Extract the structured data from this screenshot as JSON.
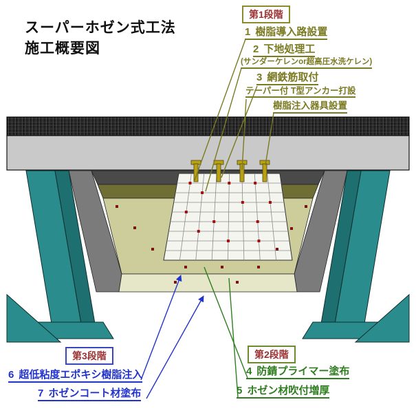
{
  "title": {
    "line1": "スーパーホゼン式工法",
    "line2": "施工概要図"
  },
  "stage1": {
    "label": "第1段階",
    "item1": {
      "num": "1",
      "text": "樹脂導入路設置"
    },
    "item2": {
      "num": "2",
      "text": "下地処理工"
    },
    "item2_sub": "(サンダーケレンor超高圧水洗ケレン)",
    "item3": {
      "num": "3",
      "text": "網鉄筋取付"
    },
    "item3_sub": "テーパー付 T型アンカー打設",
    "item_extra": "樹脂注入器具設置"
  },
  "stage2": {
    "label": "第2段階",
    "item4": {
      "num": "4",
      "text": "防錆プライマー塗布"
    },
    "item5": {
      "num": "5",
      "text": "ホゼン材吹付増厚"
    }
  },
  "stage3": {
    "label": "第3段階",
    "item6": {
      "num": "6",
      "text": "超低粘度エポキシ樹脂注入"
    },
    "item7": {
      "num": "7",
      "text": "ホゼンコート材塗布"
    }
  },
  "colors": {
    "stage1_text": "#7a7a22",
    "stage2_text": "#2e7d1f",
    "stage3_text": "#2233cc",
    "stage_label_text": "#9c3232",
    "stage1_border": "#8a8a2e",
    "stage2_border": "#6e8a2e",
    "stage3_border": "#3a46c0",
    "girder_teal": "#2a8c8c",
    "girder_teal_dark": "#1e6f6f",
    "slab_gray": "#c9c9c9",
    "cut_slope_gray": "#7b7b7b",
    "shadow_band": "#4a4a4a",
    "olive_band": "#6f6f35",
    "khaki_surface": "#cdcd9c",
    "coat_pale": "#e6e6c8",
    "anchor_yellow": "#b9a112",
    "dot_red": "#7d1212",
    "mesh_bg": "#f5f5ef"
  }
}
